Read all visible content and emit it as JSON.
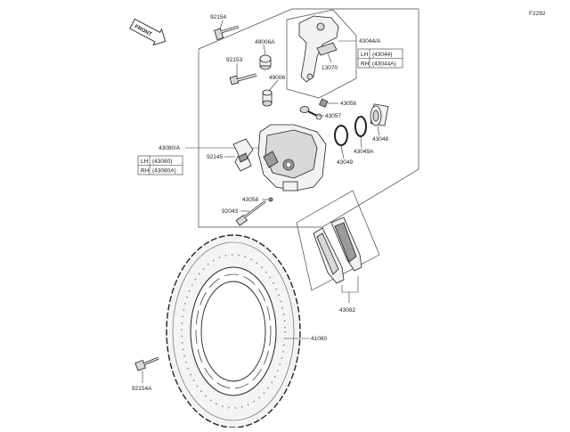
{
  "diagram_code": "F2292",
  "front_label": "FRONT",
  "parts": {
    "p92154": "92154",
    "p49006A": "49006A",
    "p43044A": "43044/A",
    "p13070": "13070",
    "p92153": "92153",
    "p49006": "49006",
    "p43056": "43056",
    "p43057": "43057",
    "p43048": "43048",
    "p43049A": "43049A",
    "p43049": "43049",
    "p43080A": "43080/A",
    "p92145": "92145",
    "p43058": "43058",
    "p92043": "92043",
    "p43082": "43082",
    "p41080": "41080",
    "p92154A": "92154A"
  },
  "bracket_table": {
    "lh": "LH",
    "lh_part": "(43044)",
    "rh": "RH",
    "rh_part": "(43044A)"
  },
  "caliper_table": {
    "lh": "LH",
    "lh_part": "(43080)",
    "rh": "RH",
    "rh_part": "(43080A)"
  }
}
